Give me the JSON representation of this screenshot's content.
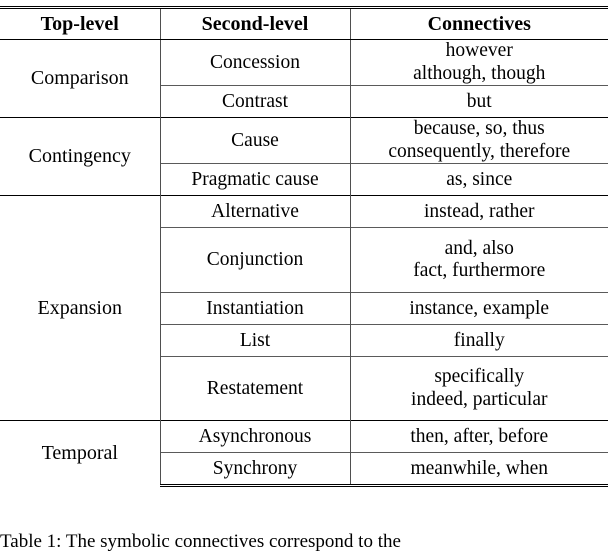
{
  "table": {
    "columns": [
      "Top-level",
      "Second-level",
      "Connectives"
    ],
    "groups": [
      {
        "top_level": "Comparison",
        "rows": [
          {
            "second_level": "Concession",
            "connectives": [
              "however",
              "although, though"
            ]
          },
          {
            "second_level": "Contrast",
            "connectives": [
              "but"
            ]
          }
        ]
      },
      {
        "top_level": "Contingency",
        "rows": [
          {
            "second_level": "Cause",
            "connectives": [
              "because, so, thus",
              "consequently, therefore"
            ]
          },
          {
            "second_level": "Pragmatic cause",
            "connectives": [
              "as, since"
            ]
          }
        ]
      },
      {
        "top_level": "Expansion",
        "rows": [
          {
            "second_level": "Alternative",
            "connectives": [
              "instead, rather"
            ]
          },
          {
            "second_level": "Conjunction",
            "connectives": [
              "and, also",
              "fact, furthermore"
            ]
          },
          {
            "second_level": "Instantiation",
            "connectives": [
              "instance, example"
            ]
          },
          {
            "second_level": "List",
            "connectives": [
              "finally"
            ]
          },
          {
            "second_level": "Restatement",
            "connectives": [
              "specifically",
              "indeed, particular"
            ]
          }
        ]
      },
      {
        "top_level": "Temporal",
        "rows": [
          {
            "second_level": "Asynchronous",
            "connectives": [
              "then, after, before"
            ]
          },
          {
            "second_level": "Synchrony",
            "connectives": [
              "meanwhile, when"
            ]
          }
        ]
      }
    ]
  },
  "caption": {
    "text": "Table 1: The symbolic connectives correspond to the"
  }
}
